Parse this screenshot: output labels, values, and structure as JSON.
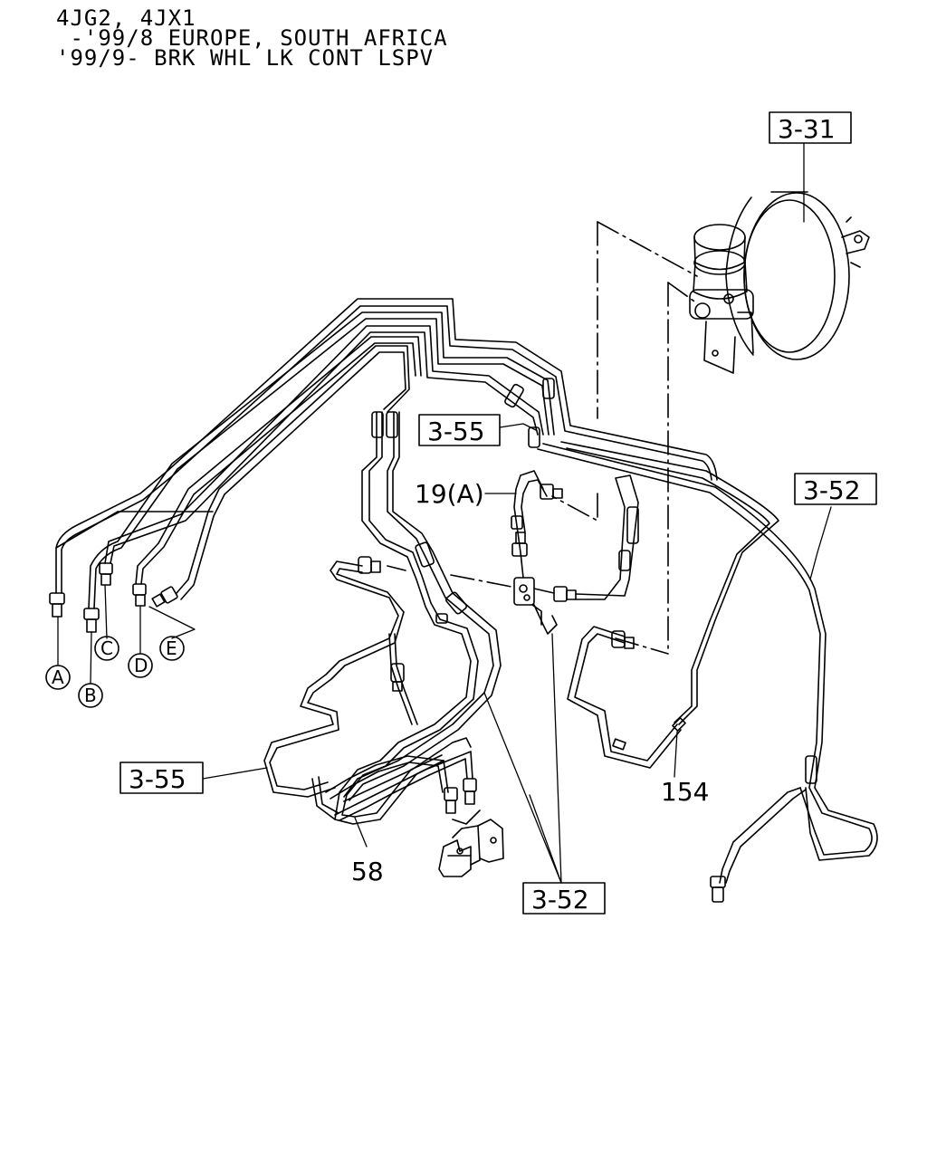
{
  "header": {
    "line1": "4JG2, 4JX1",
    "line2": " -'99/8 EUROPE, SOUTH AFRICA",
    "line3": "'99/9- BRK WHL LK CONT LSPV"
  },
  "callouts": {
    "ref_3_31": "3-31",
    "ref_3_55_top": "3-55",
    "ref_3_52_right": "3-52",
    "ref_19a": "19(A)",
    "ref_3_55_left": "3-55",
    "ref_3_52_bottom": "3-52",
    "part_154": "154",
    "part_58": "58"
  },
  "circles": {
    "a": "A",
    "b": "B",
    "c": "C",
    "d": "D",
    "e": "E"
  }
}
